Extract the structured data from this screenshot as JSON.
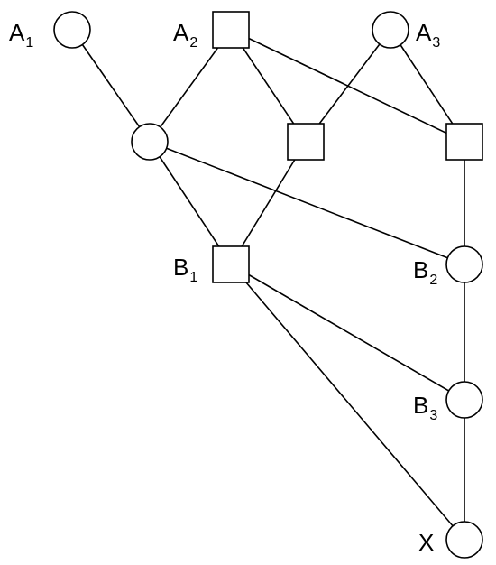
{
  "diagram": {
    "colors": {
      "line": "#000000",
      "node_fill": "#ffffff",
      "background": "#ffffff"
    },
    "nodes": [
      {
        "id": "A1",
        "shape": "circle",
        "label": "A",
        "sub": "1"
      },
      {
        "id": "A2",
        "shape": "square",
        "label": "A",
        "sub": "2"
      },
      {
        "id": "A3",
        "shape": "circle",
        "label": "A",
        "sub": "3"
      },
      {
        "id": "C1",
        "shape": "circle",
        "label": "",
        "sub": ""
      },
      {
        "id": "S1",
        "shape": "square",
        "label": "",
        "sub": ""
      },
      {
        "id": "S2",
        "shape": "square",
        "label": "",
        "sub": ""
      },
      {
        "id": "B1",
        "shape": "square",
        "label": "B",
        "sub": "1"
      },
      {
        "id": "B2",
        "shape": "circle",
        "label": "B",
        "sub": "2"
      },
      {
        "id": "B3",
        "shape": "circle",
        "label": "B",
        "sub": "3"
      },
      {
        "id": "X",
        "shape": "circle",
        "label": "X",
        "sub": ""
      }
    ],
    "edges": [
      [
        "A1",
        "C1"
      ],
      [
        "A2",
        "C1"
      ],
      [
        "A2",
        "S1"
      ],
      [
        "A2",
        "S2"
      ],
      [
        "A3",
        "S1"
      ],
      [
        "A3",
        "S2"
      ],
      [
        "C1",
        "B1"
      ],
      [
        "C1",
        "B2"
      ],
      [
        "S1",
        "B1"
      ],
      [
        "S2",
        "B2"
      ],
      [
        "B1",
        "B3"
      ],
      [
        "B1",
        "X"
      ],
      [
        "B2",
        "B3"
      ],
      [
        "B3",
        "X"
      ]
    ]
  }
}
